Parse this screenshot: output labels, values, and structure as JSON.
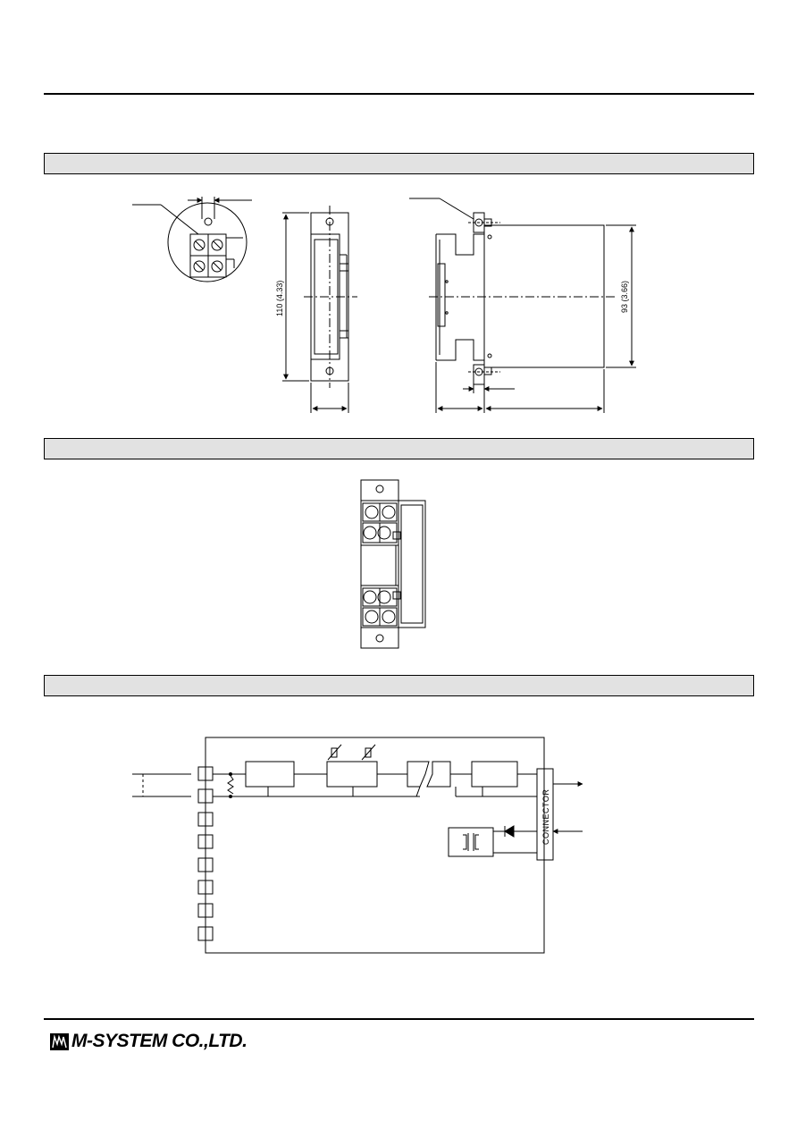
{
  "drawing": {
    "dim_height_front": "110 (4.33)",
    "dim_height_side": "93 (3.66)"
  },
  "block_diagram": {
    "connector_label": "CONNECTOR"
  },
  "footer": {
    "company_name": "M-SYSTEM CO.,LTD."
  }
}
